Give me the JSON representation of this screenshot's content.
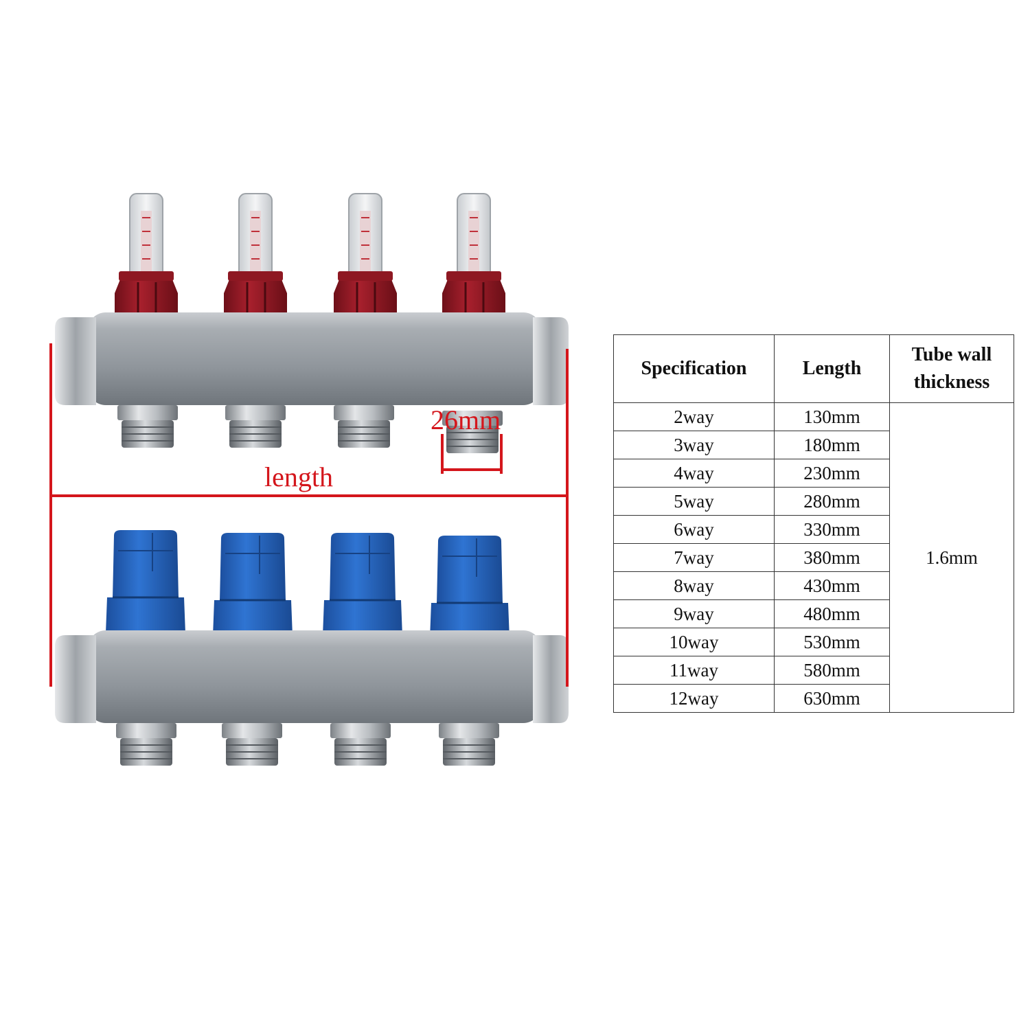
{
  "illustration": {
    "length_label": "length",
    "port_width_label": "26mm",
    "upper_manifold": {
      "caps": "red-flowmeter-caps",
      "outlet_count": 4
    },
    "lower_manifold": {
      "caps": "blue-valve-caps",
      "outlet_count": 4
    },
    "colors": {
      "dimension": "#d4161c",
      "red_cap": "#9a1b26",
      "blue_cap": "#2a68c4",
      "steel": "#9aa0a6"
    }
  },
  "table": {
    "headers": {
      "spec": "Specification",
      "length": "Length",
      "wall": "Tube wall thickness"
    },
    "rows": [
      {
        "spec": "2way",
        "length": "130mm"
      },
      {
        "spec": "3way",
        "length": "180mm"
      },
      {
        "spec": "4way",
        "length": "230mm"
      },
      {
        "spec": "5way",
        "length": "280mm"
      },
      {
        "spec": "6way",
        "length": "330mm"
      },
      {
        "spec": "7way",
        "length": "380mm"
      },
      {
        "spec": "8way",
        "length": "430mm"
      },
      {
        "spec": "9way",
        "length": "480mm"
      },
      {
        "spec": "10way",
        "length": "530mm"
      },
      {
        "spec": "11way",
        "length": "580mm"
      },
      {
        "spec": "12way",
        "length": "630mm"
      }
    ],
    "wall_thickness": "1.6mm"
  }
}
